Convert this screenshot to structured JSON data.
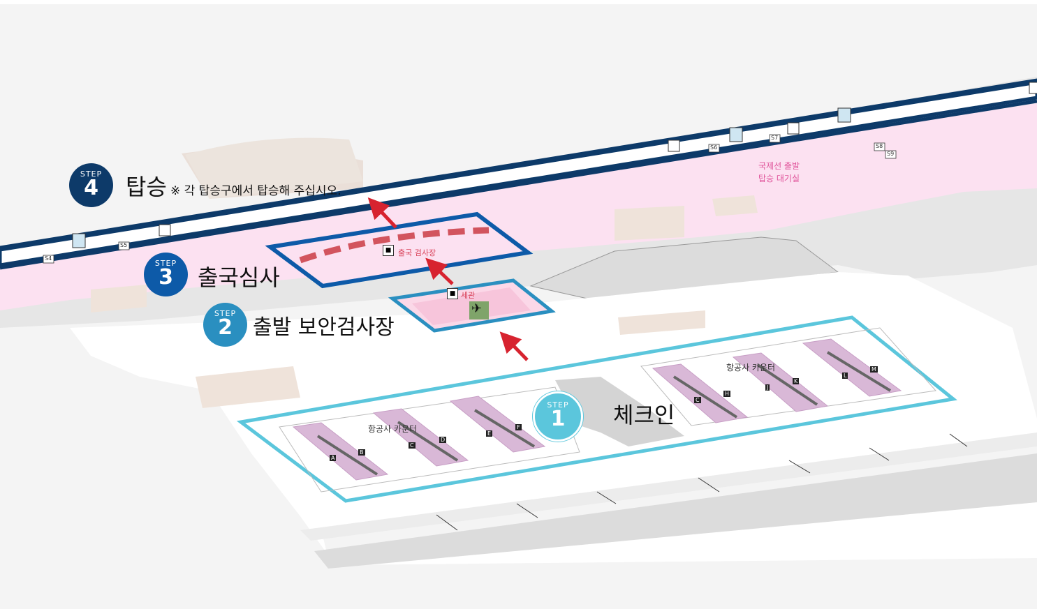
{
  "colors": {
    "step1": "#5bc6dc",
    "step2": "#2a8fc0",
    "step3": "#0d5aa8",
    "step4": "#0d3a69",
    "arrow": "#d7232f",
    "zone_pink": "#fce1f1",
    "walkway_edge": "#0d3a69"
  },
  "steps": [
    {
      "id": "step1",
      "step_text": "STEP",
      "number": "1",
      "title": "체크인"
    },
    {
      "id": "step2",
      "step_text": "STEP",
      "number": "2",
      "title": "출발 보안검사장"
    },
    {
      "id": "step3",
      "step_text": "STEP",
      "number": "3",
      "title": "출국심사"
    },
    {
      "id": "step4",
      "step_text": "STEP",
      "number": "4",
      "title": "탑승",
      "note": "※ 각 탑승구에서 탑승해 주십시오."
    }
  ],
  "labels": {
    "airline_counter_left": "항공사 카운터",
    "airline_counter_right": "항공사 카운터",
    "departure_lounge_line1": "국제선 출발",
    "departure_lounge_line2": "탑승 대기실",
    "immigration_check": "출국 검사장",
    "customs": "세관"
  },
  "counters": [
    "A",
    "B",
    "C",
    "D",
    "E",
    "F",
    "C",
    "H",
    "J",
    "K",
    "L",
    "M"
  ],
  "gates": [
    "S4",
    "S5",
    "S6",
    "S7",
    "S8",
    "S9"
  ],
  "icons": {
    "escalator": "escalator-icon",
    "elevator": "elevator-icon",
    "departure": "airplane-departure-icon",
    "immigration": "immigration-officer-icon",
    "customs": "customs-officer-icon"
  }
}
